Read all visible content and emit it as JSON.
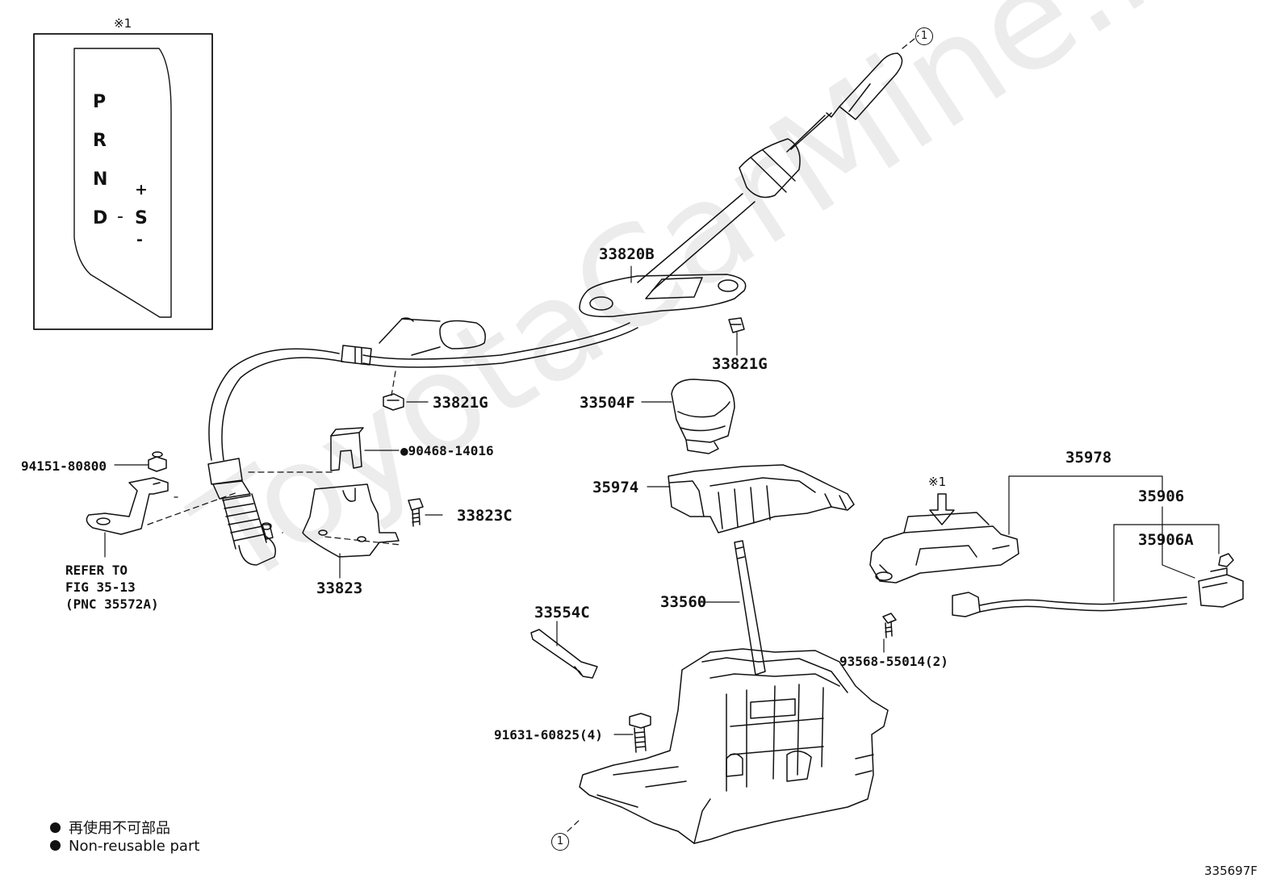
{
  "watermark": "ToyotaCarMine.ru",
  "inset": {
    "ref_mark": "※1",
    "gears": {
      "p": "P",
      "r": "R",
      "n": "N",
      "d": "D",
      "dash": "-",
      "s": "S",
      "plus": "+",
      "minus": "-"
    }
  },
  "circle_ref": "1",
  "parts": {
    "p33820B": "33820B",
    "p33821G_a": "33821G",
    "p33821G_b": "33821G",
    "p33504F": "33504F",
    "p35974": "35974",
    "p94151": "94151-80800",
    "p90468": "●90468-14016",
    "p33823C": "33823C",
    "p33823": "33823",
    "refer1": "REFER TO",
    "refer2": "FIG 35-13",
    "refer3": "(PNC 35572A)",
    "p35978": "35978",
    "p35906": "35906",
    "p35906A": "35906A",
    "ref_mark2": "※1",
    "p33560": "33560",
    "p33554C": "33554C",
    "p93568": "93568-55014(2)",
    "p91631": "91631-60825(4)"
  },
  "legend": {
    "line1": "再使用不可部品",
    "line2": "Non-reusable part"
  },
  "figure_id": "335697F"
}
